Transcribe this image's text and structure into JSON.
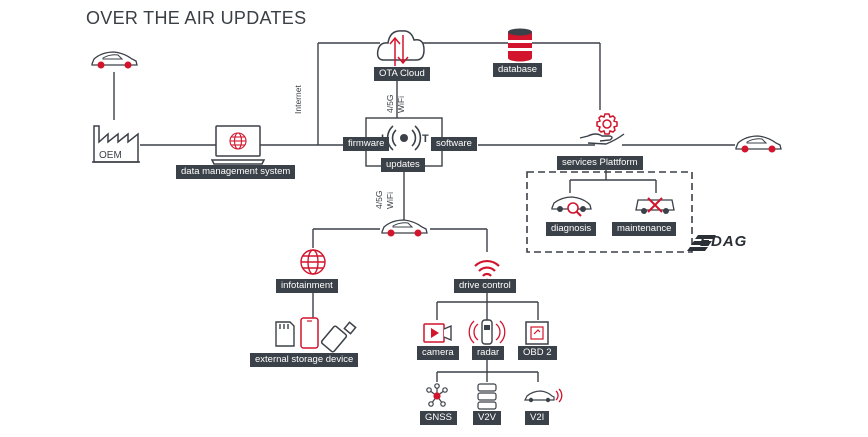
{
  "title": "OVER THE AIR UPDATES",
  "labels": {
    "ota_cloud": "OTA Cloud",
    "database": "database",
    "firmware": "firmware",
    "software": "software",
    "updates": "updates",
    "data_management": "data management system",
    "services_platform": "services Plattform",
    "diagnosis": "diagnosis",
    "maintenance": "maintenance",
    "infotainment": "infotainment",
    "drive_control": "drive control",
    "external_storage": "external storage device",
    "camera": "camera",
    "radar": "radar",
    "obd2": "OBD 2",
    "gnss": "GNSS",
    "v2v": "V2V",
    "v2i": "V2I",
    "internet": "Internet",
    "net_top_1": "4/5G",
    "net_top_2": "WiFi",
    "net_bottom_1": "4/5G",
    "net_bottom_2": "WiFi",
    "oem": "OEM",
    "iot_i": "I",
    "iot_t": "T",
    "logo": "EDAG"
  },
  "colors": {
    "line": "#3b4148",
    "accent": "#d2142c",
    "label_bg": "#3b4148"
  }
}
